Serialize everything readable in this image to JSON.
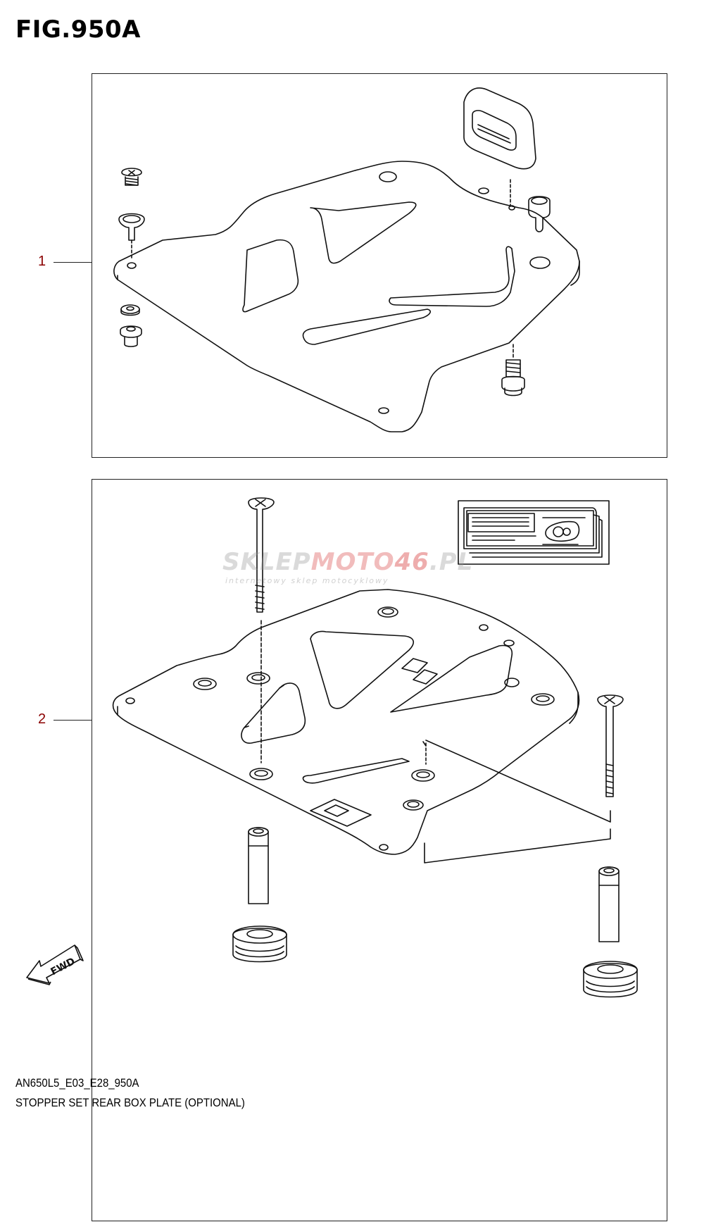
{
  "figure": {
    "title": "FIG.950A"
  },
  "callouts": [
    {
      "number": "1"
    },
    {
      "number": "2"
    }
  ],
  "watermark": {
    "brand_a": "SKLEP",
    "brand_b": "MOTO",
    "brand_c": "46",
    "brand_d": ".PL",
    "tagline": "internetowy sklep motocyklowy"
  },
  "fwd_label": "FWD",
  "footer": {
    "code": "AN650L5_E03_E28_950A",
    "description": "STOPPER SET REAR BOX PLATE (OPTIONAL)"
  },
  "colors": {
    "callout": "#8b0000",
    "line": "#222222",
    "watermark_red": "#e06a6a"
  },
  "icons": [
    "plate-drawing-icon",
    "screw-icon",
    "bolt-icon",
    "collar-icon",
    "washer-icon",
    "stopper-icon",
    "label-sheet-icon",
    "fwd-arrow-icon",
    "suzuki-logo-icon",
    "cushion-icon"
  ]
}
